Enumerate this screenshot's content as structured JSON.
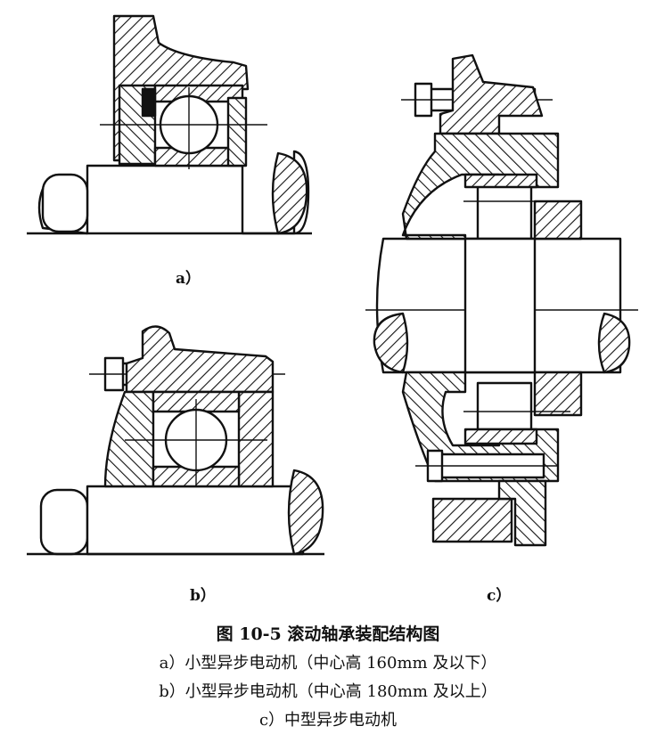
{
  "labels": {
    "a": "a）",
    "b": "b）",
    "c": "c）"
  },
  "caption": {
    "title": "图 10-5   滚动轴承装配结构图",
    "lines": [
      "a）小型异步电动机（中心高 160mm 及以下）",
      "b）小型异步电动机（中心高 180mm 及以上）",
      "c）中型异步电动机"
    ]
  }
}
